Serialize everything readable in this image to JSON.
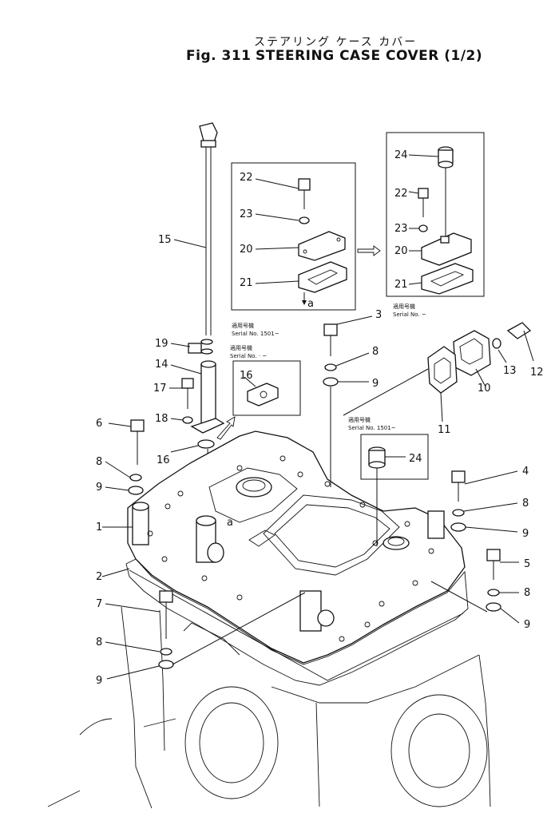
{
  "title": {
    "japanese": "ステアリング ケース カバー",
    "fig": "Fig. 311",
    "main": "STEERING CASE COVER (1/2)"
  },
  "inset_box_left": {
    "labels": [
      "22",
      "23",
      "20",
      "21"
    ],
    "ref": "a"
  },
  "inset_box_right": {
    "labels": [
      "24",
      "22",
      "23",
      "20",
      "21"
    ]
  },
  "serial_notes": {
    "note1_jp": "適用号機",
    "note1_serial": "Serial No. 1501~",
    "note2_jp": "適用号機",
    "note2_serial": "Serial No.   ·  ~",
    "note3_jp": "適用号機",
    "note3_serial": "Serial No.    ~",
    "note4_jp": "適用号機",
    "note4_serial": "Serial No. 1501~"
  },
  "part_labels": {
    "p1": "1",
    "p2": "2",
    "p3": "3",
    "p4": "4",
    "p5": "5",
    "p6": "6",
    "p7": "7",
    "p8a": "8",
    "p8b": "8",
    "p8c": "8",
    "p8d": "8",
    "p8e": "8",
    "p9a": "9",
    "p9b": "9",
    "p9c": "9",
    "p9d": "9",
    "p9e": "9",
    "p10": "10",
    "p11": "11",
    "p12": "12",
    "p13": "13",
    "p14": "14",
    "p15": "15",
    "p16a": "16",
    "p16b": "16",
    "p17": "17",
    "p18": "18",
    "p19": "19",
    "p24": "24",
    "ref_a": "a"
  }
}
